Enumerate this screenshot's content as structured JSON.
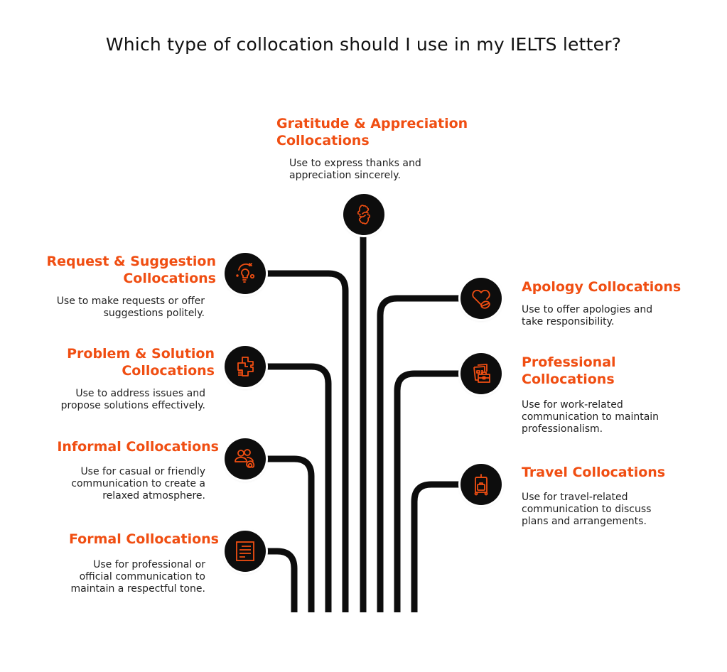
{
  "title": "Which type of collocation should I use in my IELTS letter?",
  "colors": {
    "accent": "#f04e12",
    "node_bg": "#0d0d0d",
    "line": "#0d0d0d",
    "text": "#222222"
  },
  "items": [
    {
      "id": "gratitude",
      "title": "Gratitude & Appreciation Collocations",
      "title_line1": "Gratitude & Appreciation",
      "title_line2": "Collocations",
      "desc_line1": "Use to express thanks and",
      "desc_line2": "appreciation sincerely.",
      "icon": "handshake-icon",
      "side": "top"
    },
    {
      "id": "request",
      "title": "Request & Suggestion Collocations",
      "title_line1": "Request & Suggestion",
      "title_line2": "Collocations",
      "desc_line1": "Use to make requests or offer",
      "desc_line2": "suggestions politely.",
      "icon": "lightbulb-icon",
      "side": "left"
    },
    {
      "id": "problem",
      "title": "Problem & Solution Collocations",
      "title_line1": "Problem & Solution",
      "title_line2": "Collocations",
      "desc_line1": "Use to address issues and",
      "desc_line2": "propose solutions effectively.",
      "icon": "puzzle-icon",
      "side": "left"
    },
    {
      "id": "informal",
      "title": "Informal Collocations",
      "title_line1": "Informal Collocations",
      "desc_line1": "Use for casual or friendly",
      "desc_line2": "communication to create a",
      "desc_line3": "relaxed atmosphere.",
      "icon": "users-at-icon",
      "side": "left"
    },
    {
      "id": "formal",
      "title": "Formal Collocations",
      "title_line1": "Formal Collocations",
      "desc_line1": "Use for professional or",
      "desc_line2": "official communication to",
      "desc_line3": "maintain a respectful tone.",
      "icon": "document-icon",
      "side": "left"
    },
    {
      "id": "apology",
      "title": "Apology Collocations",
      "title_line1": "Apology Collocations",
      "desc_line1": "Use to offer apologies and",
      "desc_line2": "take responsibility.",
      "icon": "heart-pill-icon",
      "side": "right"
    },
    {
      "id": "professional",
      "title": "Professional Collocations",
      "title_line1": "Professional",
      "title_line2": "Collocations",
      "desc_line1": "Use for work-related",
      "desc_line2": "communication to maintain",
      "desc_line3": "professionalism.",
      "icon": "briefcase-icon",
      "side": "right"
    },
    {
      "id": "travel",
      "title": "Travel Collocations",
      "title_line1": "Travel Collocations",
      "desc_line1": "Use for travel-related",
      "desc_line2": "communication to discuss",
      "desc_line3": "plans and arrangements.",
      "icon": "luggage-cart-icon",
      "side": "right"
    }
  ]
}
